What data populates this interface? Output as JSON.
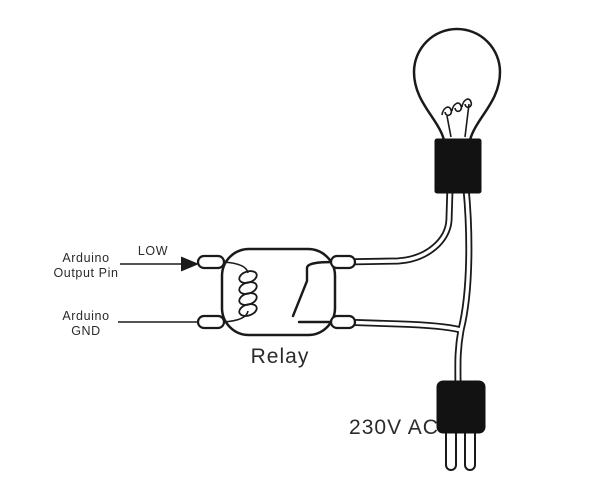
{
  "diagram": {
    "labels": {
      "output_line1": "Arduino",
      "output_line2": "Output Pin",
      "gnd_line1": "Arduino",
      "gnd_line2": "GND",
      "signal": "LOW",
      "relay": "Relay",
      "power": "230V AC"
    },
    "colors": {
      "stroke": "#1a1a1a",
      "bulb_fill": "#fdfdee",
      "component_fill": "#121212",
      "background": "#ffffff"
    }
  }
}
